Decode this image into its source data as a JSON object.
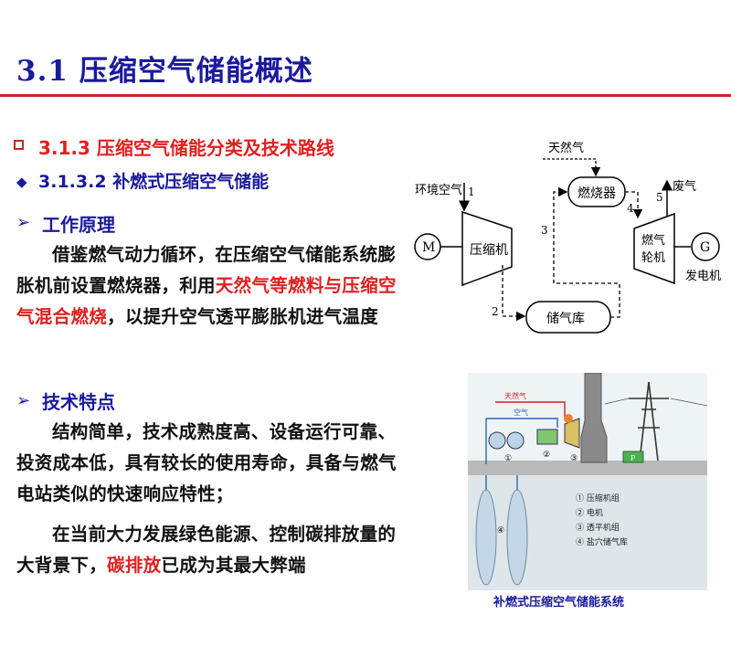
{
  "page": {
    "title": "3.1 压缩空气储能概述"
  },
  "section": {
    "heading": "3.1.3 压缩空气储能分类及技术路线",
    "subheading": "3.1.3.2 补燃式压缩空气储能"
  },
  "principle": {
    "label": "工作原理",
    "text_1": "借鉴燃气动力循环，在压缩空气储能系统膨胀机前设置燃烧器，利用",
    "text_red": "天然气等燃料与压缩空气混合燃烧",
    "text_2": "，以提升空气透平膨胀机进气温度"
  },
  "features": {
    "label": "技术特点",
    "para1": "结构简单，技术成熟度高、设备运行可靠、投资成本低，具有较长的使用寿命，具备与燃气电站类似的快速响应特性；",
    "para2_1": "在当前大力发展绿色能源、控制碳排放量的大背景下，",
    "para2_red": "碳排放",
    "para2_2": "已成为其最大弊端"
  },
  "diagram": {
    "ambient_air": "环境空气",
    "natural_gas": "天然气",
    "burner": "燃烧器",
    "exhaust": "废气",
    "compressor": "压缩机",
    "turbine_1": "燃气",
    "turbine_2": "轮机",
    "motor": "M",
    "generator": "G",
    "generator_label": "发电机",
    "storage": "储气库",
    "step_1": "1",
    "step_2": "2",
    "step_3": "3",
    "step_4": "4",
    "step_5": "5"
  },
  "photo": {
    "gas_label": "天然气",
    "air_label": "空气",
    "n1": "①",
    "n2": "②",
    "n3": "③",
    "n4": "④",
    "plate": "P",
    "legend": [
      "① 压缩机组",
      "② 电机",
      "③ 透平机组",
      "④ 盐穴储气库"
    ],
    "caption": "补燃式压缩空气储能系统"
  },
  "colors": {
    "title": "#1a1a9c",
    "accent": "#e02020",
    "rule": "#c0282a"
  }
}
